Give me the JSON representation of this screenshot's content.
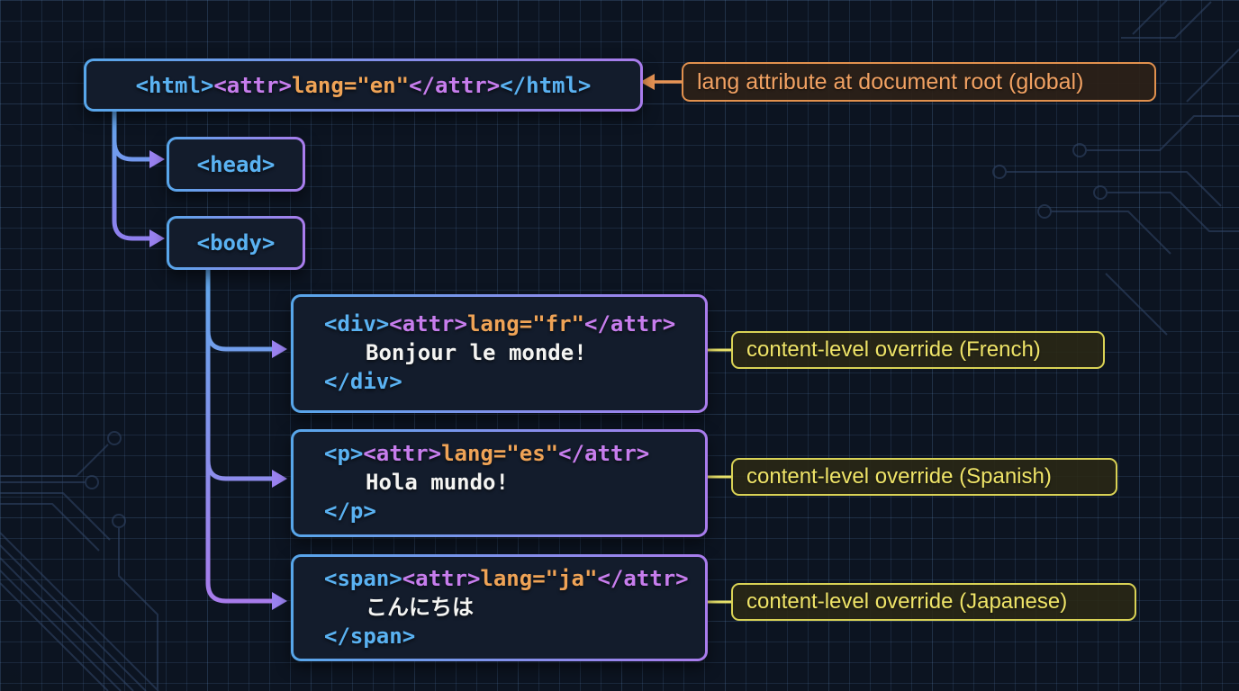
{
  "diagram": {
    "title_hint": "HTML lang attribute inheritance tree",
    "nodes": {
      "html": {
        "tag_open": "<html>",
        "attr_open": "<attr>",
        "attr": "lang=\"en\"",
        "attr_close": "</attr>",
        "tag_close": "</html>"
      },
      "head": {
        "tag": "<head>"
      },
      "body": {
        "tag": "<body>"
      },
      "div": {
        "tag_open": "<div>",
        "attr_open": "<attr>",
        "attr": "lang=\"fr\"",
        "attr_close": "</attr>",
        "content": "Bonjour le monde!",
        "tag_close": "</div>"
      },
      "p": {
        "tag_open": "<p>",
        "attr_open": "<attr>",
        "attr": "lang=\"es\"",
        "attr_close": "</attr>",
        "content": "Hola mundo!",
        "tag_close": "</p>"
      },
      "span": {
        "tag_open": "<span>",
        "attr_open": "<attr>",
        "attr": "lang=\"ja\"",
        "attr_close": "</attr>",
        "content": "こんにちは",
        "tag_close": "</span>"
      }
    },
    "annotations": {
      "root": {
        "label": "lang attribute at document root (global)"
      },
      "french": {
        "label": "content-level override (French)"
      },
      "spanish": {
        "label": "content-level override (Spanish)"
      },
      "japanese": {
        "label": "content-level override (Japanese)"
      }
    },
    "colors": {
      "background": "#0c1421",
      "grid_line": "#24364f",
      "box_fill": "#131c2c",
      "border_gradient_start": "#57a6ea",
      "border_gradient_end": "#a97cec",
      "code_tag_blue": "#5ab2f2",
      "code_attr_purple": "#c77ded",
      "code_value_orange": "#efa356",
      "code_content_white": "#f4f4f2",
      "annotation_orange": "#e89455",
      "annotation_yellow": "#e9e26a",
      "arrowhead_purple": "#9a82f0"
    }
  }
}
